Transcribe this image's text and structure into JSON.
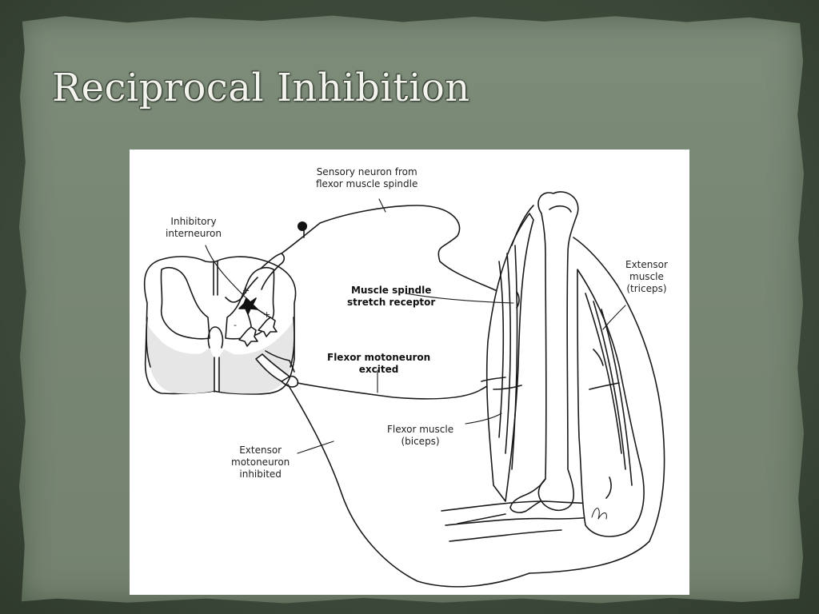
{
  "slide": {
    "title": "Reciprocal Inhibition"
  },
  "diagram": {
    "labels": {
      "sensory_neuron": [
        "Sensory neuron from",
        "flexor muscle spindle"
      ],
      "inhibitory_interneuron": [
        "Inhibitory",
        "interneuron"
      ],
      "muscle_spindle": [
        "Muscle spindle",
        "stretch receptor"
      ],
      "flexor_motoneuron": [
        "Flexor motoneuron",
        "excited"
      ],
      "extensor_motoneuron": [
        "Extensor",
        "motoneuron",
        "inhibited"
      ],
      "flexor_muscle": [
        "Flexor muscle",
        "(biceps)"
      ],
      "extensor_muscle": [
        "Extensor",
        "muscle",
        "(triceps)"
      ]
    },
    "signs": {
      "plus": "+",
      "minus": "-"
    }
  }
}
